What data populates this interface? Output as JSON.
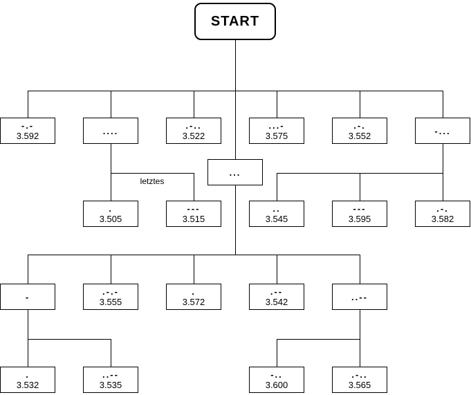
{
  "diagram": {
    "type": "decision-tree",
    "edge_label": "letztes",
    "nodes": {
      "start": {
        "label": "START"
      },
      "r1c1": {
        "code": "-.-",
        "value": "3.592"
      },
      "r1c2": {
        "code": "....",
        "value": ""
      },
      "r1c3": {
        "code": ".-..",
        "value": "3.522"
      },
      "r1c4": {
        "code": "...-",
        "value": "3.575"
      },
      "r1c5": {
        "code": ".-.",
        "value": "3.552"
      },
      "r1c6": {
        "code": "-...",
        "value": ""
      },
      "mid": {
        "code": "...",
        "value": ""
      },
      "l2a": {
        "code": ".",
        "value": "3.505"
      },
      "l2b": {
        "code": "---",
        "value": "3.515"
      },
      "r2a": {
        "code": "..",
        "value": "3.545"
      },
      "r2b": {
        "code": "---",
        "value": "3.595"
      },
      "r2c": {
        "code": ".-.",
        "value": "3.582"
      },
      "r3c1": {
        "code": "-",
        "value": ""
      },
      "r3c2": {
        "code": ".-.-",
        "value": "3.555"
      },
      "r3c3": {
        "code": ".",
        "value": "3.572"
      },
      "r3c4": {
        "code": ".--",
        "value": "3.542"
      },
      "r3c5": {
        "code": "..--",
        "value": ""
      },
      "r4a": {
        "code": ".",
        "value": "3.532"
      },
      "r4b": {
        "code": "..--",
        "value": "3.535"
      },
      "r4c": {
        "code": "-..",
        "value": "3.600"
      },
      "r4d": {
        "code": ".-..",
        "value": "3.565"
      }
    },
    "edges": [
      [
        "start",
        "r1c1"
      ],
      [
        "start",
        "r1c2"
      ],
      [
        "start",
        "r1c3"
      ],
      [
        "start",
        "r1c4"
      ],
      [
        "start",
        "r1c5"
      ],
      [
        "start",
        "r1c6"
      ],
      [
        "start",
        "mid"
      ],
      [
        "r1c2",
        "l2a"
      ],
      [
        "r1c2",
        "l2b"
      ],
      [
        "r1c6",
        "r2a"
      ],
      [
        "r1c6",
        "r2b"
      ],
      [
        "r1c6",
        "r2c"
      ],
      [
        "mid",
        "r3c1"
      ],
      [
        "mid",
        "r3c2"
      ],
      [
        "mid",
        "r3c3"
      ],
      [
        "mid",
        "r3c4"
      ],
      [
        "mid",
        "r3c5"
      ],
      [
        "r3c1",
        "r4a"
      ],
      [
        "r3c1",
        "r4b"
      ],
      [
        "r3c5",
        "r4c"
      ],
      [
        "r3c5",
        "r4d"
      ]
    ],
    "colors": {
      "line": "#000000",
      "box_border": "#000000",
      "background": "#ffffff"
    }
  }
}
